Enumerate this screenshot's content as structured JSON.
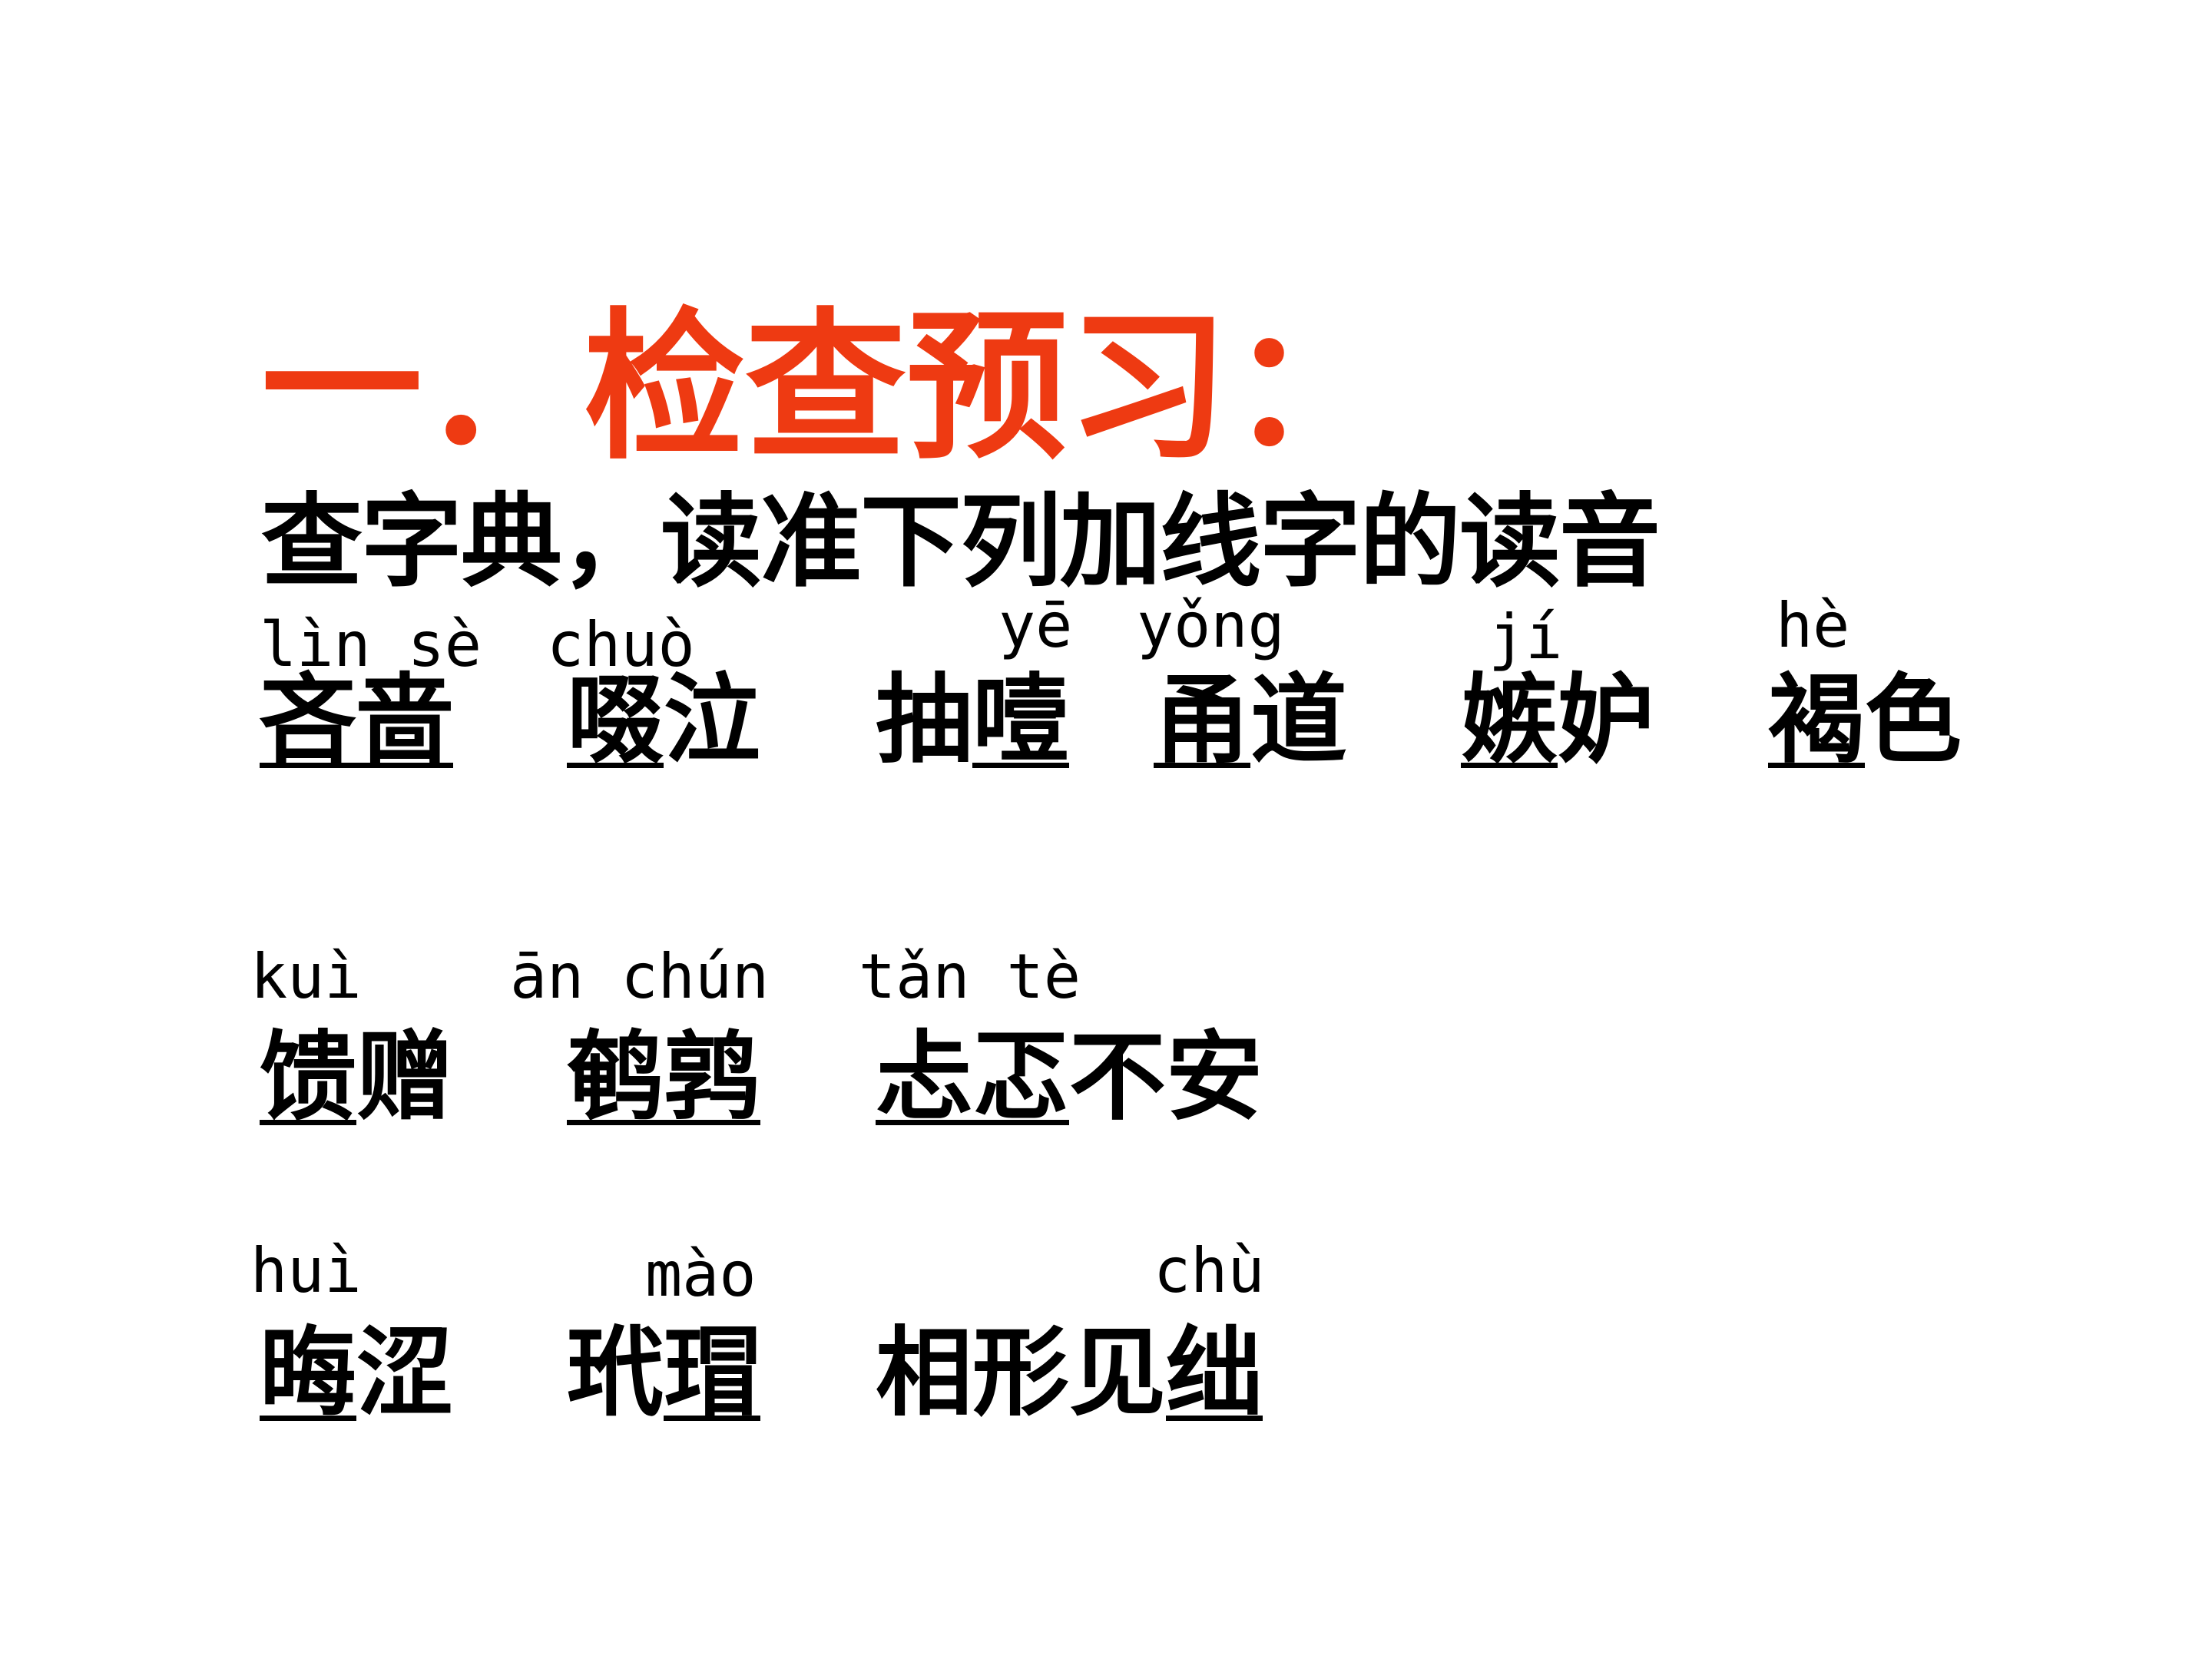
{
  "title": "一．检查预习：",
  "subtitle": "查字典，读准下列加线字的读音",
  "accent_color": "#ee3a12",
  "row1": {
    "pinyin": [
      "lìn sè",
      "chuò",
      "yē",
      "yǒng",
      "jí",
      "hè"
    ],
    "words": [
      {
        "u": "吝啬",
        "rest": ""
      },
      {
        "u": "啜",
        "rest": "泣"
      },
      {
        "pre": "抽",
        "u": "噎"
      },
      {
        "u": "甬",
        "rest": "道"
      },
      {
        "u": "嫉",
        "rest": "妒"
      },
      {
        "u": "褐",
        "rest": "色"
      }
    ]
  },
  "row2": {
    "pinyin": [
      "kuì",
      "ān chún",
      "tǎn tè"
    ],
    "words": [
      {
        "u": "馈",
        "rest": "赠"
      },
      {
        "u": "鹌鹑",
        "rest": ""
      },
      {
        "u": "忐忑",
        "rest": "不安"
      }
    ]
  },
  "row3": {
    "pinyin": [
      "huì",
      "mào",
      "chù"
    ],
    "words": [
      {
        "u": "晦",
        "rest": "涩"
      },
      {
        "pre": "玳",
        "u": "瑁"
      },
      {
        "pre": "相形见",
        "u": "绌"
      }
    ]
  }
}
